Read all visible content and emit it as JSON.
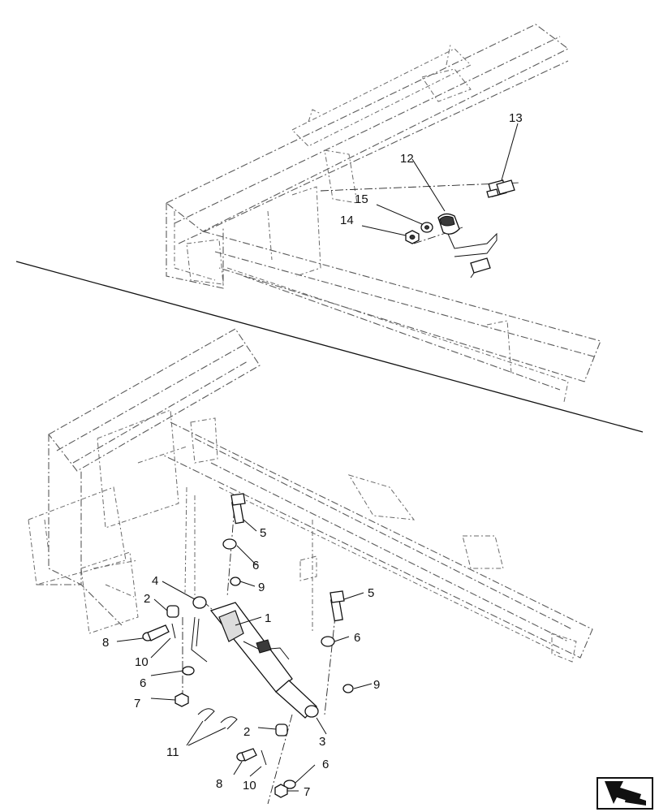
{
  "callouts": {
    "c1": "1",
    "c2a": "2",
    "c2b": "2",
    "c3": "3",
    "c4": "4",
    "c5a": "5",
    "c5b": "5",
    "c6a": "6",
    "c6b": "6",
    "c6c": "6",
    "c6d": "6",
    "c7a": "7",
    "c7b": "7",
    "c8a": "8",
    "c8b": "8",
    "c9a": "9",
    "c9b": "9",
    "c10a": "10",
    "c10b": "10",
    "c11": "11",
    "c12": "12",
    "c13": "13",
    "c14": "14",
    "c15": "15"
  },
  "nav_icon": "next-page-arrow-icon"
}
